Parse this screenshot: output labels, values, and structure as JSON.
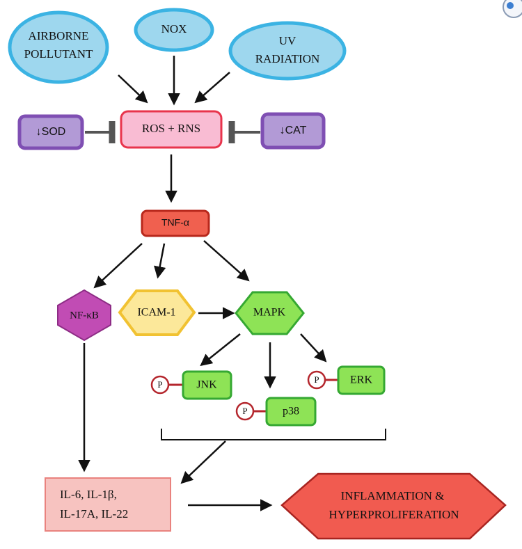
{
  "nodes": {
    "airborne_pollutant": {
      "line1": "AIRBORNE",
      "line2": "POLLUTANT"
    },
    "nox": {
      "label": "NOX"
    },
    "uv_radiation": {
      "line1": "UV",
      "line2": "RADIATION"
    },
    "ros_rns": {
      "label": "ROS + RNS"
    },
    "sod": {
      "label": "↓SOD"
    },
    "cat": {
      "label": "↓CAT"
    },
    "tnf_alpha": {
      "label": "TNF-α"
    },
    "nf_kb": {
      "label": "NF-κB"
    },
    "icam1": {
      "label": "ICAM-1"
    },
    "mapk": {
      "label": "MAPK"
    },
    "jnk": {
      "label": "JNK",
      "phospho": "P"
    },
    "p38": {
      "label": "p38",
      "phospho": "P"
    },
    "erk": {
      "label": "ERK",
      "phospho": "P"
    },
    "cytokines": {
      "line1": "IL-6, IL-1β,",
      "line2": "IL-17A, IL-22"
    },
    "outcome": {
      "line1": "INFLAMMATION &",
      "line2": "HYPERPROLIFERATION"
    }
  },
  "colors": {
    "ellipse_fill": "#9ed7ee",
    "ellipse_stroke": "#3bb3e3",
    "ros_fill": "#f9bcd3",
    "ros_stroke": "#e8344c",
    "enzyme_fill": "#b29ad6",
    "enzyme_stroke": "#7f4fb3",
    "tnf_fill": "#f0604f",
    "tnf_stroke": "#b8281c",
    "nfkb_fill": "#c14cb4",
    "nfkb_stroke": "#8d2c85",
    "icam_fill": "#fce89a",
    "icam_stroke": "#f1c232",
    "green_fill": "#8ee356",
    "green_stroke": "#35a832",
    "cytokine_fill": "#f7c3c0",
    "cytokine_stroke": "#e9827e",
    "outcome_fill": "#f15b50",
    "outcome_stroke": "#a82420",
    "phospho_stroke": "#b4262d",
    "arrow": "#111111",
    "inhibit": "#555555"
  }
}
